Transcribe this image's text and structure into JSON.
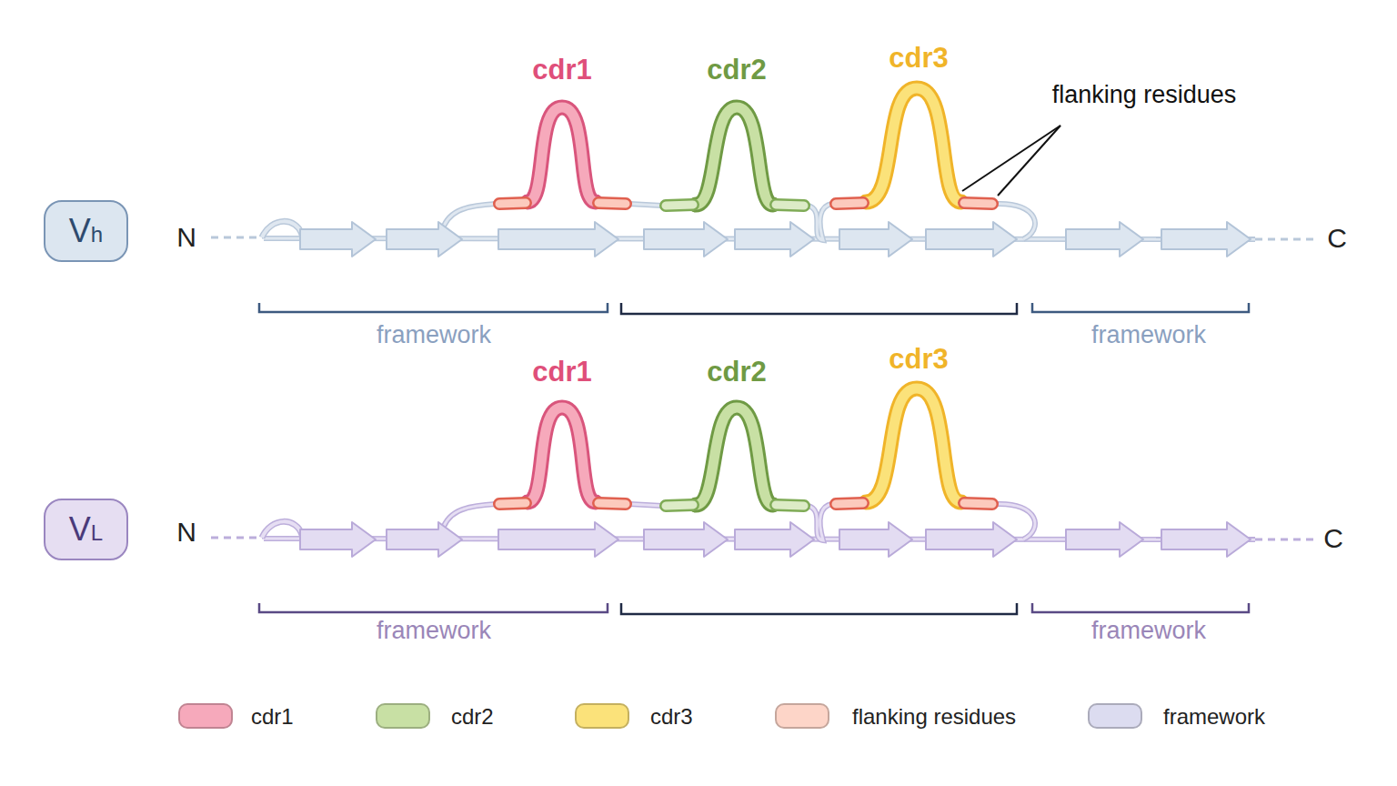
{
  "diagram": {
    "nodes": [
      {
        "text": [
          "Vh"
        ]
      },
      {
        "text": [
          "VL"
        ]
      }
    ],
    "labels": [
      "cdr1",
      "cdr2",
      "cdr3",
      "flanking residues",
      "N",
      "C",
      "framework",
      "framework",
      "cdr1",
      "cdr2",
      "cdr3",
      "N",
      "C",
      "framework",
      "framework"
    ],
    "legend": [
      {
        "text": "cdr1",
        "color": "#f6a9bb"
      },
      {
        "text": "cdr2",
        "color": "#c8e0a4"
      },
      {
        "text": "cdr3",
        "color": "#fbe27a"
      },
      {
        "text": "flanking residues",
        "color": "#fdd5c8"
      },
      {
        "text": "framework",
        "color": "#dcdcf0"
      }
    ]
  }
}
